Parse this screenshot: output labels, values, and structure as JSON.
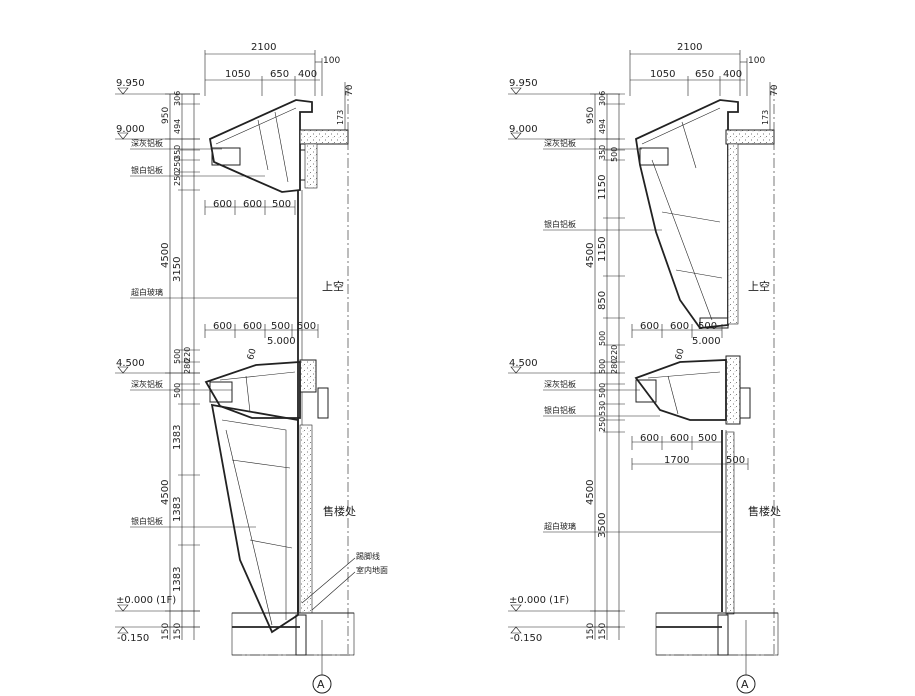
{
  "sections": [
    {
      "id": "left",
      "top_dims": {
        "overall": "2100",
        "right_extra": "100",
        "parts": [
          "1050",
          "650",
          "400"
        ],
        "side": "70"
      },
      "levels": [
        "9.950",
        "9.000",
        "4.500",
        "±0.000 (1F)",
        "-0.150"
      ],
      "vertical_dims_outer": [
        "950",
        "4500",
        "4500",
        "150"
      ],
      "vertical_dims_inner": [
        "306",
        "494",
        "350",
        "250",
        "250",
        "3150",
        "500",
        "220",
        "280",
        "500",
        "1383",
        "1383",
        "1383",
        "150"
      ],
      "right_dim": "173",
      "horizontal_rows": [
        [
          "600",
          "600",
          "500"
        ],
        [
          "600",
          "600",
          "500",
          "500"
        ]
      ],
      "labels": {
        "grey_al": "深灰铝板",
        "white_al": "银白铝板",
        "glass": "超白玻璃",
        "upper_void": "上空",
        "sales": "售楼处",
        "skirting": "踢脚线",
        "indoor_floor": "室内地面",
        "elev_5000": "5.000",
        "slope_60": "60"
      },
      "axis": "A"
    },
    {
      "id": "right",
      "top_dims": {
        "overall": "2100",
        "right_extra": "100",
        "parts": [
          "1050",
          "650",
          "400"
        ],
        "side": "70"
      },
      "levels": [
        "9.950",
        "9.000",
        "4.500",
        "±0.000 (1F)",
        "-0.150"
      ],
      "vertical_dims_outer": [
        "950",
        "4500",
        "4500",
        "150"
      ],
      "vertical_dims_inner": [
        "306",
        "494",
        "350",
        "500",
        "1150",
        "1150",
        "850",
        "500",
        "500",
        "220",
        "280",
        "500",
        "530",
        "250",
        "3500",
        "150"
      ],
      "right_dim": "173",
      "horizontal_rows": [
        [
          "600",
          "600",
          "500"
        ],
        [
          "600",
          "600",
          "500"
        ],
        [
          "1700",
          "500"
        ]
      ],
      "labels": {
        "grey_al": "深灰铝板",
        "white_al": "银白铝板",
        "glass": "超白玻璃",
        "upper_void": "上空",
        "sales": "售楼处",
        "elev_5000": "5.000",
        "slope_60": "60"
      },
      "axis": "A"
    }
  ]
}
